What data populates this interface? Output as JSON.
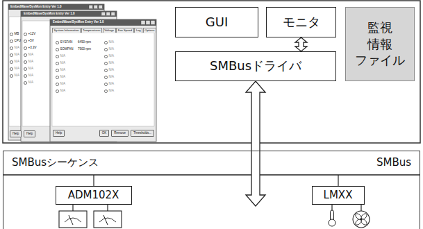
{
  "diagram": {
    "nodes": [
      {
        "text": [
          "GUI"
        ]
      },
      {
        "text": [
          "モニタ"
        ]
      },
      {
        "text": [
          "SMBusドライバ"
        ]
      },
      {
        "text": [
          "監視 情報 ファイル"
        ]
      },
      {
        "text": [
          "SMBusシーケンス",
          "SMBus"
        ]
      },
      {
        "text": [
          "ADM102X"
        ],
        "in": 4
      },
      {
        "text": [
          "LMXX"
        ],
        "in": 4
      }
    ],
    "edges": [
      {
        "from": 1,
        "to": 2,
        "arrow": "both"
      },
      {
        "from": 2,
        "to": 4,
        "arrow": "both"
      }
    ],
    "labels": [
      "EmbedWave/SysMon Entry Ver 1.0",
      "MB",
      "CPU",
      "N/A",
      "N/A",
      "N/A",
      "N/A",
      "N/A",
      "Help",
      "EmbedWave/SysMon Entry Ver 1.0",
      "+12V",
      "+5V",
      "+3.3V",
      "N/A",
      "N/A",
      "N/A",
      "N/A",
      "N/A",
      "Help",
      "EmbedWave/SysMon Entry Ver 1.0",
      "System Information",
      "Temperatures",
      "Voltage",
      "Fan Speed",
      "Log",
      "Options",
      "SYSFAN",
      "SOMFAN",
      "N/A",
      "N/A",
      "N/A",
      "N/A",
      "N/A",
      "N/A",
      "6490 rpm",
      "7900 rpm",
      "N/A",
      "N/A",
      "N/A",
      "N/A",
      "N/A",
      "N/A",
      "N/A",
      "N/A",
      "Help",
      "OK",
      "Remove",
      "Thresholds..."
    ]
  }
}
